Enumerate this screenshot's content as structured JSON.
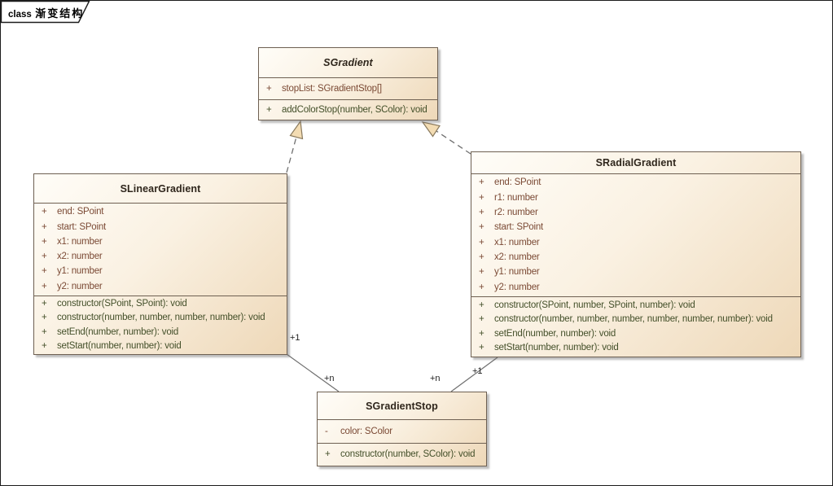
{
  "frame": {
    "keyword": "class",
    "title": "渐变结构"
  },
  "colors": {
    "canvas_bg": "#ffffff",
    "frame_border": "#1c1c1c",
    "box_gradient_start": "#fffdf8",
    "box_gradient_end": "#eed8b8",
    "box_border": "#6e6052",
    "title_text": "#2f261c",
    "attribute_text": "#7b4a35",
    "method_text": "#44502a",
    "connector_line": "#6f6f6f",
    "triangle_fill": "#f3dcb3",
    "triangle_stroke": "#8a7a5e",
    "multiplicity_text": "#1f1f1f"
  },
  "classes": [
    {
      "name": "SGradient",
      "abstract": true,
      "attributes": [
        {
          "vis": "+",
          "text": "stopList: SGradientStop[]"
        }
      ],
      "methods": [
        {
          "vis": "+",
          "text": "addColorStop(number, SColor): void"
        }
      ]
    },
    {
      "name": "SLinearGradient",
      "abstract": false,
      "attributes": [
        {
          "vis": "+",
          "text": "end: SPoint"
        },
        {
          "vis": "+",
          "text": "start: SPoint"
        },
        {
          "vis": "+",
          "text": "x1: number"
        },
        {
          "vis": "+",
          "text": "x2: number"
        },
        {
          "vis": "+",
          "text": "y1: number"
        },
        {
          "vis": "+",
          "text": "y2: number"
        }
      ],
      "methods": [
        {
          "vis": "+",
          "text": "constructor(SPoint, SPoint): void"
        },
        {
          "vis": "+",
          "text": "constructor(number, number, number, number): void"
        },
        {
          "vis": "+",
          "text": "setEnd(number, number): void"
        },
        {
          "vis": "+",
          "text": "setStart(number, number): void"
        }
      ]
    },
    {
      "name": "SRadialGradient",
      "abstract": false,
      "attributes": [
        {
          "vis": "+",
          "text": "end: SPoint"
        },
        {
          "vis": "+",
          "text": "r1: number"
        },
        {
          "vis": "+",
          "text": "r2: number"
        },
        {
          "vis": "+",
          "text": "start: SPoint"
        },
        {
          "vis": "+",
          "text": "x1: number"
        },
        {
          "vis": "+",
          "text": "x2: number"
        },
        {
          "vis": "+",
          "text": "y1: number"
        },
        {
          "vis": "+",
          "text": "y2: number"
        }
      ],
      "methods": [
        {
          "vis": "+",
          "text": "constructor(SPoint, number, SPoint, number): void"
        },
        {
          "vis": "+",
          "text": "constructor(number, number, number, number, number, number): void"
        },
        {
          "vis": "+",
          "text": "setEnd(number, number): void"
        },
        {
          "vis": "+",
          "text": "setStart(number, number): void"
        }
      ]
    },
    {
      "name": "SGradientStop",
      "abstract": false,
      "attributes": [
        {
          "vis": "-",
          "text": "color: SColor"
        }
      ],
      "methods": [
        {
          "vis": "+",
          "text": "constructor(number, SColor): void"
        }
      ]
    }
  ],
  "connectors": {
    "linear_generalization": {
      "type": "realization",
      "from": "SLinearGradient",
      "to": "SGradient"
    },
    "radial_generalization": {
      "type": "realization",
      "from": "SRadialGradient",
      "to": "SGradient"
    },
    "linear_association": {
      "from": "SLinearGradient",
      "to": "SGradientStop",
      "from_label": "+1",
      "to_label": "+n"
    },
    "radial_association": {
      "from": "SRadialGradient",
      "to": "SGradientStop",
      "from_label": "+1",
      "to_label": "+n"
    }
  }
}
